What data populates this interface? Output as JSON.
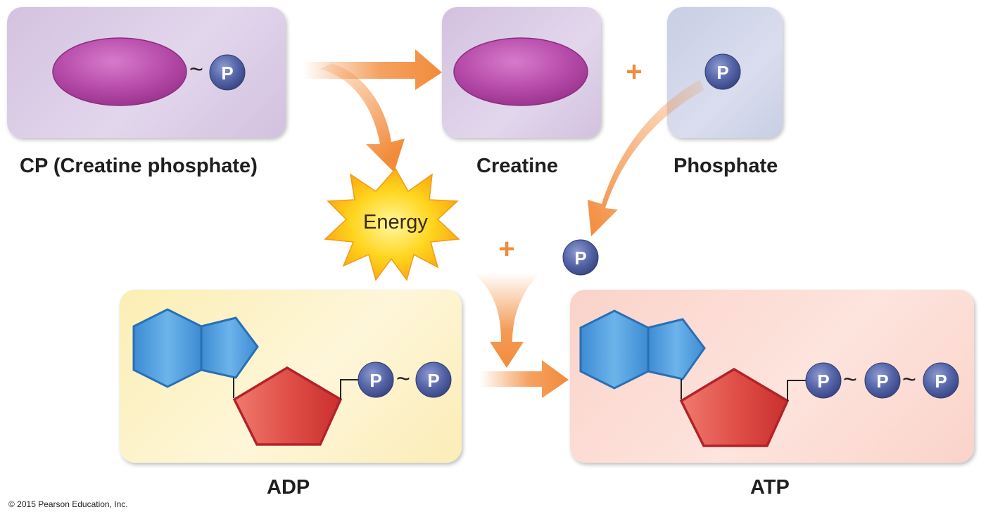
{
  "labels": {
    "cp": "CP (Creatine phosphate)",
    "creatine": "Creatine",
    "phosphate": "Phosphate",
    "adp": "ADP",
    "atp": "ATP",
    "energy": "Energy",
    "plus": "+",
    "phosphate_symbol": "P",
    "bond": "~"
  },
  "copyright": "© 2015 Pearson Education, Inc.",
  "colors": {
    "purple_box": "#d7c6e3",
    "blue_box": "#cdd3e8",
    "yellow_box": "#fdf1c4",
    "pink_box": "#fbd9d1",
    "magenta_oval": "#b23fa2",
    "phosphate_ball": "#4d5ca0",
    "arrow": "#f28b3a",
    "hexagon": "#3f8fd6",
    "pentagon": "#dd4a45",
    "energy_burst": "#ffc20e"
  }
}
